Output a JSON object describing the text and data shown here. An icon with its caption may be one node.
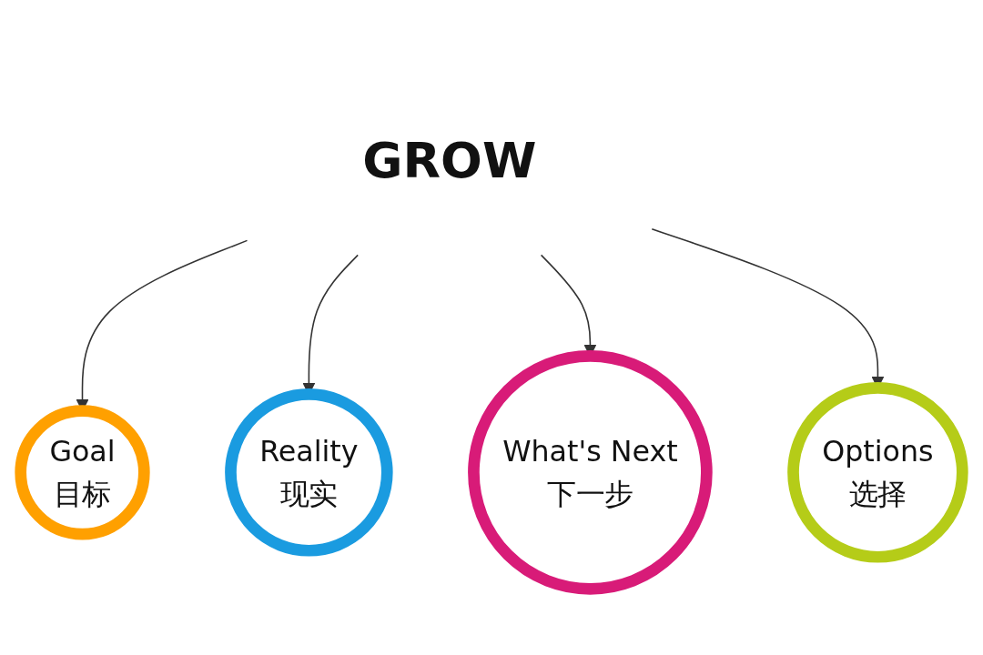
{
  "diagram": {
    "nodes": [
      {
        "text": [
          "Goal",
          "目标"
        ]
      },
      {
        "text": [
          "Reality",
          "现实"
        ]
      },
      {
        "text": [
          "GROW"
        ]
      },
      {
        "text": [
          "What's Next",
          "下一步"
        ]
      },
      {
        "text": [
          "Options",
          "选择"
        ]
      }
    ],
    "edges": [
      {
        "from": 2,
        "to": 0,
        "arrow": "to"
      },
      {
        "from": 2,
        "to": 1,
        "arrow": "to"
      },
      {
        "from": 2,
        "to": 3,
        "arrow": "to"
      },
      {
        "from": 2,
        "to": 4,
        "arrow": "to"
      }
    ]
  }
}
